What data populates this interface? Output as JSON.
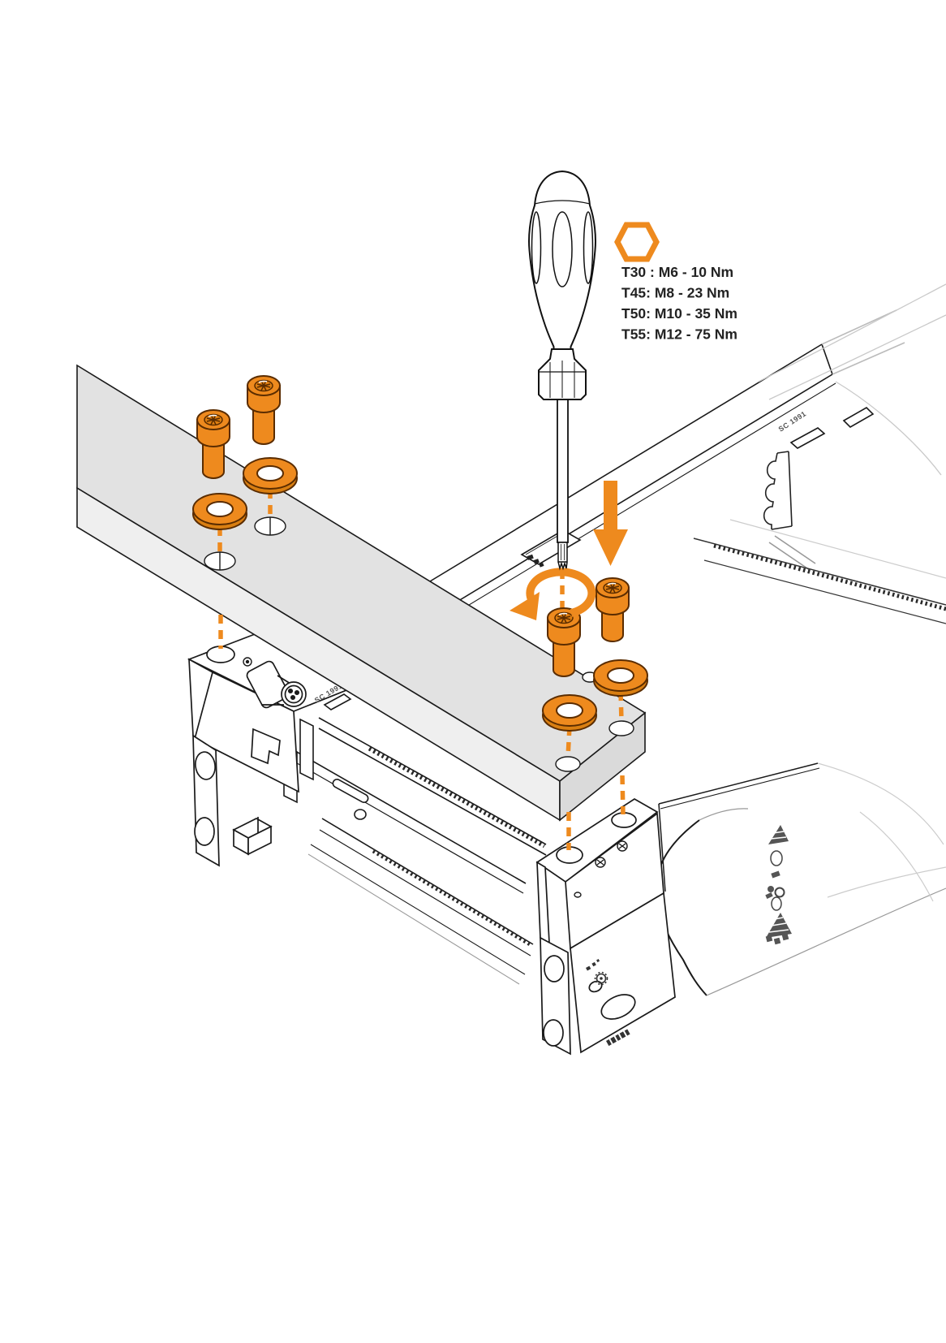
{
  "colors": {
    "accent": "#EE8A1E",
    "accent_dark": "#5A2C00",
    "accent_deep": "#D97F12",
    "plate_top": "#E2E2E2",
    "plate_front": "#EFEFEF",
    "plate_end": "#DADADA",
    "line": "#1A1A1A",
    "line_faded": "#C9C9C9",
    "text": "#222222"
  },
  "torque_spec": {
    "icon": "torx-hex-icon",
    "lines": [
      "T30 : M6 - 10 Nm",
      "T45: M8 - 23 Nm",
      "T50: M10 - 35 Nm",
      "T55: M12 - 75 Nm"
    ]
  },
  "chassis_markings": {
    "left_rail": "SC 1991",
    "right_rail": "SC 1991"
  },
  "illustration": {
    "description": "Exploded assembly view: a flat mounting plate is bolted onto two chassis crossmember end brackets with four Torx screws and four washers; a Torx screwdriver above shows downward insertion and counter-clockwise-looking tightening rotation.",
    "hardware": {
      "torx_screws": 4,
      "washers": 4,
      "alignment_dashed_lines": 5
    }
  }
}
